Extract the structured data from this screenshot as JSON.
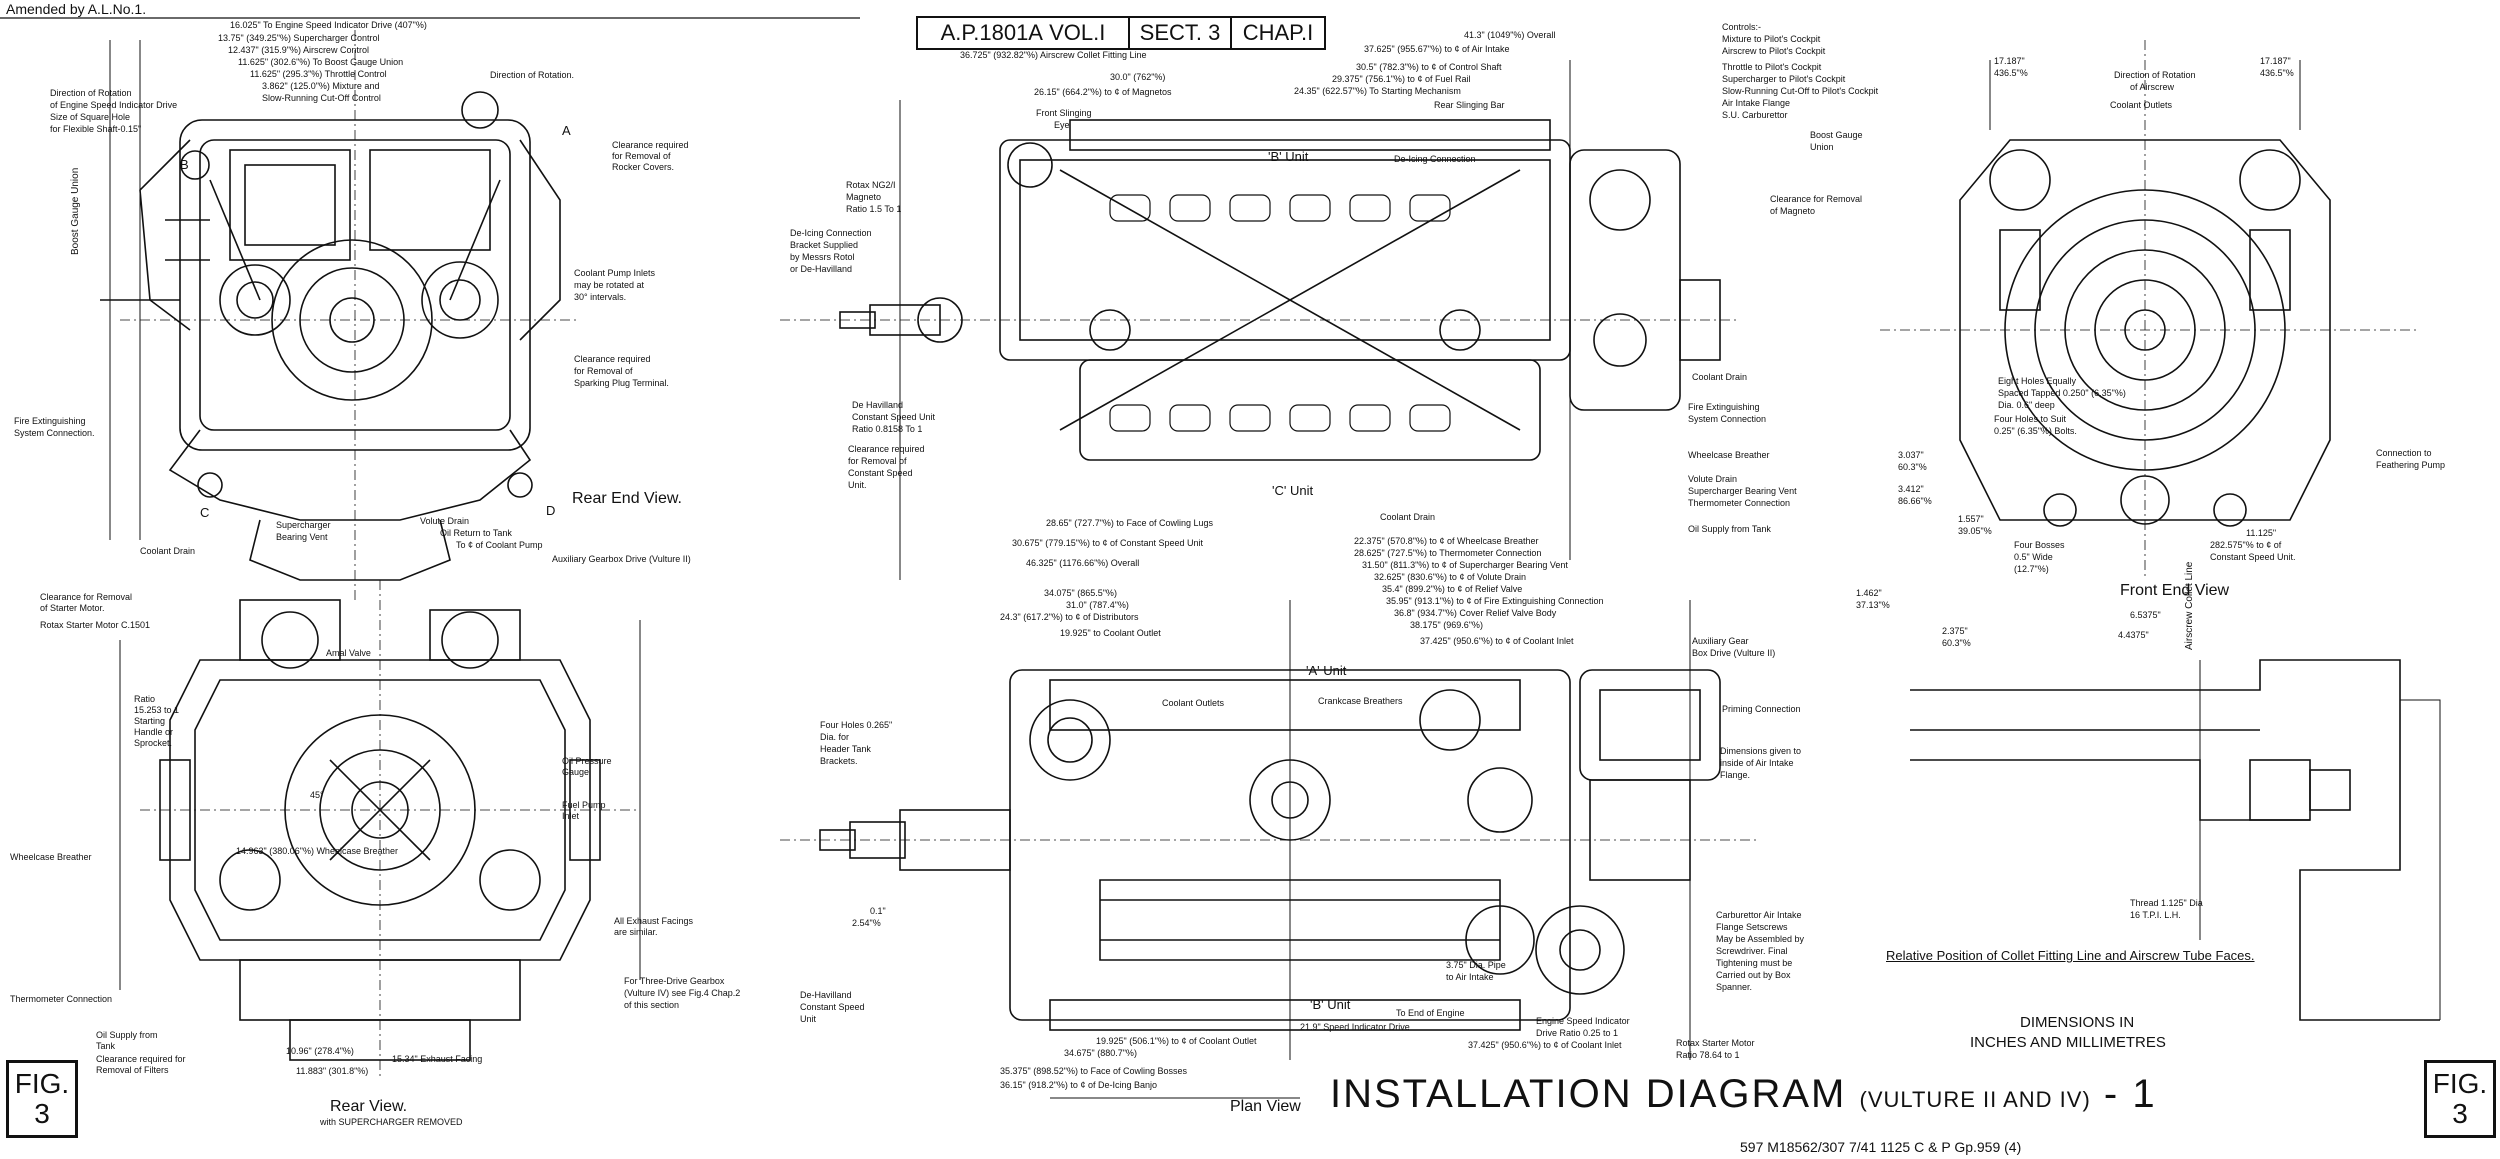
{
  "header": {
    "amendment": "Amended by A.L.No.1.",
    "publication": "A.P.1801A",
    "volume": "VOL.I",
    "section": "SECT. 3",
    "chapter": "CHAP.I"
  },
  "title": {
    "main": "INSTALLATION  DIAGRAM",
    "sub": "(VULTURE II AND IV)",
    "suffix": "- 1"
  },
  "figure_label": {
    "word": "FIG.",
    "number": "3"
  },
  "footer": {
    "print_code": "597  M18562/307  7/41  1125  C & P  Gp.959 (4)",
    "dimensions_note": "DIMENSIONS IN",
    "dimensions_note_2": "INCHES AND MILLIMETRES"
  },
  "views": {
    "rear_end": "Rear End View.",
    "rear": "Rear View.",
    "rear_sub": "with SUPERCHARGER REMOVED",
    "plan": "Plan View",
    "front_end": "Front End View",
    "collet_caption": "Relative Position of Collet Fitting Line and Airscrew Tube Faces."
  },
  "rear_end_labels": {
    "speed_drive": "16.025\" To Engine Speed Indicator Drive (407\"%)",
    "sc_control": "13.75\" (349.25\"%) Supercharger Control",
    "airscrew_control": "12.437\" (315.9\"%) Airscrew Control",
    "boost_union": "11.625\" (302.6\"%) To Boost Gauge Union",
    "throttle": "11.625\" (295.3\"%) Throttle Control",
    "mixture": "3.862\" (125.0\"%) Mixture and",
    "slow_running": "Slow-Running Cut-Off Control",
    "direction_rotation": "Direction of Rotation.",
    "dir_drive_1": "Direction of Rotation",
    "dir_drive_2": "of Engine Speed Indicator Drive",
    "dir_drive_3": "Size of Square Hole",
    "dir_drive_4": "for Flexible Shaft-0.15\"",
    "clearance_rocker_1": "Clearance required",
    "clearance_rocker_2": "for Removal of",
    "clearance_rocker_3": "Rocker Covers.",
    "coolant_inlets_1": "Coolant Pump Inlets",
    "coolant_inlets_2": "may be rotated at",
    "coolant_inlets_3": "30° intervals.",
    "clearance_plug_1": "Clearance required",
    "clearance_plug_2": "for Removal of",
    "clearance_plug_3": "Sparking Plug Terminal.",
    "fire_ext_1": "Fire Extinguishing",
    "fire_ext_2": "System Connection.",
    "coolant_drain": "Coolant Drain",
    "sc_bearing_1": "Supercharger",
    "sc_bearing_2": "Bearing Vent",
    "volute_drain": "Volute Drain",
    "oil_return": "Oil Return to Tank",
    "coolant_pump": "To ¢ of Coolant Pump",
    "letter_a": "A",
    "letter_b": "B",
    "letter_c": "C",
    "letter_d": "D",
    "boost_gauge_union": "Boost Gauge Union"
  },
  "rear_view_labels": {
    "aux_gearbox": "Auxiliary Gearbox Drive (Vulture II)",
    "clearance_starter_1": "Clearance for Removal",
    "clearance_starter_2": "of Starter Motor.",
    "rotax_starter": "Rotax Starter Motor C.1501",
    "ratio_1": "Ratio",
    "ratio_2": "15.253 to 1",
    "ratio_3": "Starting",
    "ratio_4": "Handle or",
    "ratio_5": "Sprocket.",
    "amal_valve": "Amal Valve",
    "oil_pressure_1": "Oil Pressure",
    "oil_pressure_2": "Gauge",
    "fuel_pump_1": "Fuel Pump",
    "fuel_pump_2": "Inlet",
    "wheelcase_breather": "Wheelcase Breather",
    "wheelcase_breather_inner": "14.963\" (380.06\"%) Wheelcase Breather",
    "exhaust_facings_1": "All Exhaust Facings",
    "exhaust_facings_2": "are similar.",
    "three_drive_1": "For Three-Drive Gearbox",
    "three_drive_2": "(Vulture IV) see Fig.4 Chap.2",
    "three_drive_3": "of this section",
    "thermometer": "Thermometer Connection",
    "oil_supply_1": "Oil Supply from",
    "oil_supply_2": "Tank",
    "clearance_filters_1": "Clearance required for",
    "clearance_filters_2": "Removal of Filters",
    "exhaust_facing": "15.34\" Exhaust Facing",
    "dim_1883": "11.883\" (301.8\"%)",
    "dim_1096": "10.96\" (278.4\"%)",
    "angle_45": "45°"
  },
  "plan_labels": {
    "airscrew_line": "36.725\" (932.82\"%) Airscrew Collet Fitting Line",
    "magnetos": "26.15\" (664.2\"%) to ¢ of Magnetos",
    "starting_mech": "24.35\" (622.57\"%) To Starting Mechanism",
    "dim_300": "30.0\" (762\"%)",
    "front_slinging_1": "Front Slinging",
    "front_slinging_2": "Eye",
    "rotax_mag_1": "Rotax NG2/I",
    "rotax_mag_2": "Magneto",
    "rotax_mag_3": "Ratio 1.5 To 1",
    "deicing_bracket_1": "De-Icing Connection",
    "deicing_bracket_2": "Bracket Supplied",
    "deicing_bracket_3": "by Messrs Rotol",
    "deicing_bracket_4": "or De-Havilland",
    "b_unit": "'B' Unit",
    "deicing_conn": "De-Icing Connection",
    "rear_slinging": "Rear Slinging Bar",
    "dh_unit_1": "De Havilland",
    "dh_unit_2": "Constant Speed Unit",
    "dh_unit_3": "Ratio 0.8158 To 1",
    "clearance_csu_1": "Clearance required",
    "clearance_csu_2": "for Removal of",
    "clearance_csu_3": "Constant Speed",
    "clearance_csu_4": "Unit.",
    "c_unit": "'C' Unit",
    "coolant_drain": "Coolant Drain",
    "cowling_lugs": "28.65\" (727.7\"%) to Face of Cowling Lugs",
    "csu_centre": "30.675\" (779.15\"%) to ¢ of Constant Speed Unit",
    "overall": "46.325\" (1176.66\"%) Overall",
    "overall_top": "41.3\" (1049\"%) Overall",
    "air_intake_top": "37.625\" (955.67\"%) to ¢ of Air Intake",
    "control_shaft": "30.5\" (782.3\"%) to ¢ of Control Shaft",
    "fuel_rail": "29.375\" (756.1\"%) to ¢ of Fuel Rail"
  },
  "controls_labels": {
    "controls": "Controls:-",
    "mixture": "Mixture to Pilot's Cockpit",
    "airscrew": "Airscrew to Pilot's Cockpit",
    "throttle": "Throttle to Pilot's Cockpit",
    "supercharger": "Supercharger to Pilot's Cockpit",
    "slow_running": "Slow-Running Cut-Off to Pilot's Cockpit",
    "air_intake": "Air Intake Flange",
    "su_carb": "S.U. Carburettor",
    "boost_gauge_1": "Boost Gauge",
    "boost_gauge_2": "Union",
    "clearance_mag_1": "Clearance for Removal",
    "clearance_mag_2": "of Magneto",
    "coolant_drain": "Coolant Drain",
    "fire_ext_1": "Fire Extinguishing",
    "fire_ext_2": "System Connection",
    "wheelcase_breather": "Wheelcase Breather",
    "volute_drain": "Volute Drain",
    "sc_bearing": "Supercharger Bearing Vent",
    "thermometer": "Thermometer Connection",
    "oil_supply": "Oil Supply from Tank"
  },
  "lower_plan_labels": {
    "dim_wheelcase": "22.375\" (570.8\"%) to ¢ of Wheelcase Breather",
    "dim_thermo": "28.625\" (727.5\"%) to Thermometer Connection",
    "dim_sc_vent": "31.50\" (811.3\"%) to ¢ of Supercharger Bearing Vent",
    "dim_volute": "32.625\" (830.6\"%) to ¢ of Volute Drain",
    "dim_relief": "35.4\" (899.2\"%) to ¢ of Relief Valve",
    "dim_fire": "35.95\" (913.1\"%) to ¢ of Fire Extinguishing Connection",
    "dim_cover": "36.8\" (934.7\"%) Cover Relief Valve Body",
    "dim_1875": "38.175\" (969.6\"%)",
    "dim_coolant_inlet": "37.425\" (950.6\"%) to ¢ of Coolant Inlet",
    "dim_distributors": "24.3\" (617.2\"%) to ¢ of Distributors",
    "dim_310": "31.0\" (787.4\"%)",
    "dim_340": "34.075\" (865.5\"%)",
    "coolant_outlet_dim": "19.925\" to Coolant Outlet",
    "a_unit": "'A' Unit",
    "coolant_outlets": "Coolant Outlets",
    "crankcase_breathers": "Crankcase Breathers",
    "aux_gear_1": "Auxiliary Gear",
    "aux_gear_2": "Box Drive (Vulture II)",
    "priming": "Priming Connection",
    "dims_given_1": "Dimensions given to",
    "dims_given_2": "inside of Air Intake",
    "dims_given_3": "Flange.",
    "carb_intake_1": "Carburettor Air Intake",
    "carb_intake_2": "Flange Setscrews",
    "carb_intake_3": "May be Assembled by",
    "carb_intake_4": "Screwdriver. Final",
    "carb_intake_5": "Tightening must be",
    "carb_intake_6": "Carried out by Box",
    "carb_intake_7": "Spanner.",
    "four_holes_1": "Four Holes 0.265\"",
    "four_holes_2": "Dia. for",
    "four_holes_3": "Header Tank",
    "four_holes_4": "Brackets.",
    "dh_csu_1": "De-Havilland",
    "dh_csu_2": "Constant Speed",
    "dh_csu_3": "Unit",
    "b_unit": "'B' Unit",
    "end_engine": "To End of Engine",
    "speed_drive": "21.9\" Speed Indicator Drive",
    "dia_pipe_1": "3.75\" Dia. Pipe",
    "dia_pipe_2": "to Air Intake",
    "esi_1": "Engine Speed Indicator",
    "esi_2": "Drive Ratio 0.25 to 1",
    "rotax_starter_1": "Rotax Starter Motor",
    "rotax_starter_2": "Ratio 78.64 to 1",
    "dim_outlet_lower": "19.925\" (506.1\"%) to ¢ of Coolant Outlet",
    "dim_ss": "34.675\" (880.7\"%)",
    "cowling_bosses": "35.375\" (898.52\"%) to Face of Cowling Bosses",
    "deicing_banjo": "36.15\" (918.2\"%) to ¢ of De-Icing Banjo",
    "dim_coolant_inlet_2": "37.425\" (950.6\"%) to ¢ of Coolant Inlet",
    "angle_01": "0.1\"",
    "angle_254": "2.54\"%"
  },
  "front_end_labels": {
    "dim_17187_left": "17.187\"",
    "dim_4365_left": "436.5\"%",
    "dim_17187_right": "17.187\"",
    "dim_4365_right": "436.5\"%",
    "dir_airscrew_1": "Direction of Rotation",
    "dir_airscrew_2": "of Airscrew",
    "coolant_outlets": "Coolant Outlets",
    "eight_holes_1": "Eight Holes Equally",
    "eight_holes_2": "Spaced Tapped 0.250\" (6.35\"%)",
    "eight_holes_3": "Dia. 0.6\" deep",
    "four_holes_slot_1": "Four Holes to Suit",
    "four_holes_slot_2": "0.25\" (6.35\"%) Bolts.",
    "connection_pump_1": "Connection to",
    "connection_pump_2": "Feathering Pump",
    "four_bosses_1": "Four Bosses",
    "four_bosses_2": "0.5\" Wide",
    "four_bosses_3": "(12.7\"%)",
    "dim_11125": "11.125\"",
    "dim_2826": "282.575\"% to ¢ of",
    "csu_unit": "Constant Speed Unit.",
    "dim_3037": "3.037\"",
    "dim_6035": "60.3\"%",
    "dim_3412": "3.412\"",
    "dim_8666": "86.66\"%",
    "dim_1462": "1.462\"",
    "dim_3713": "37.13\"%",
    "dim_1557": "1.557\"",
    "dim_3905": "39.05\"%",
    "dim_2375": "2.375\"",
    "dim_6035b": "60.3\"%",
    "dim_5375": "6.5375\"",
    "dim_4375": "4.4375\"",
    "thread_1": "Thread 1.125\" Dia",
    "thread_2": "16 T.P.I. L.H.",
    "collet_line": "Airscrew Collet Line"
  }
}
